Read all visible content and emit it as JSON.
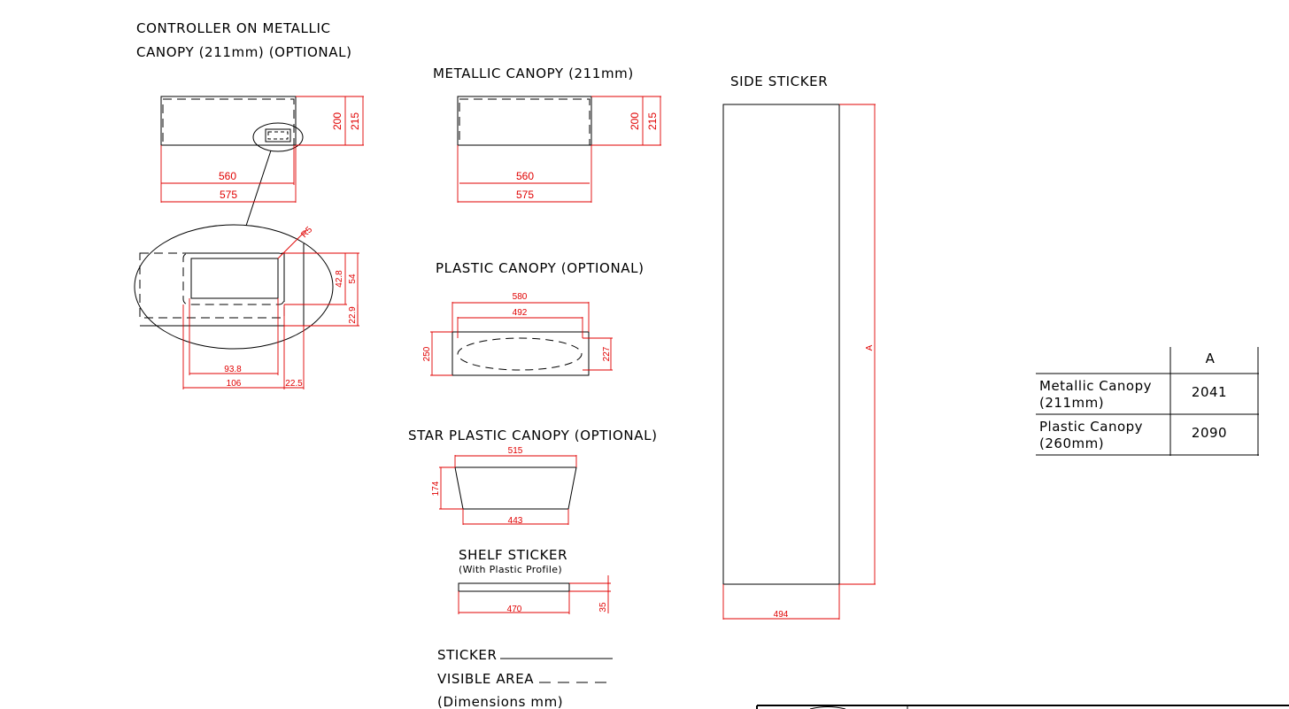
{
  "titles": {
    "controller_line1": "CONTROLLER ON METALLIC",
    "controller_line2": "CANOPY (211mm) (OPTIONAL)",
    "metallic": "METALLIC CANOPY (211mm)",
    "plastic": "PLASTIC CANOPY (OPTIONAL)",
    "star_plastic": "STAR PLASTIC CANOPY (OPTIONAL)",
    "shelf": "SHELF STICKER",
    "shelf_sub": "(With Plastic Profile)",
    "side": "SIDE STICKER"
  },
  "dims": {
    "ctrl_w_inner": "560",
    "ctrl_w_outer": "575",
    "ctrl_h_inner": "200",
    "ctrl_h_outer": "215",
    "radius": "R5",
    "detail_h_inner": "42.8",
    "detail_h_outer": "54",
    "detail_h_bottom": "22.9",
    "detail_w_inner": "93.8",
    "detail_w_outer": "106",
    "detail_w_side": "22.5",
    "met_w_inner": "560",
    "met_w_outer": "575",
    "met_h_inner": "200",
    "met_h_outer": "215",
    "plastic_w_top": "580",
    "plastic_w_inner": "492",
    "plastic_h_left": "250",
    "plastic_h_right": "227",
    "star_w_top": "515",
    "star_w_bottom": "443",
    "star_h": "174",
    "shelf_w": "470",
    "shelf_h": "35",
    "side_w": "494",
    "side_h": "A"
  },
  "legend": {
    "sticker": "STICKER",
    "visible_area": "VISIBLE AREA",
    "units": "(Dimensions mm)"
  },
  "table": {
    "header": "A",
    "rows": [
      {
        "label_line1": "Metallic Canopy",
        "label_line2": "(211mm)",
        "value": "2041"
      },
      {
        "label_line1": "Plastic Canopy",
        "label_line2": "(260mm)",
        "value": "2090"
      }
    ]
  },
  "colors": {
    "dimension": "#e00000",
    "outline": "#000000"
  }
}
